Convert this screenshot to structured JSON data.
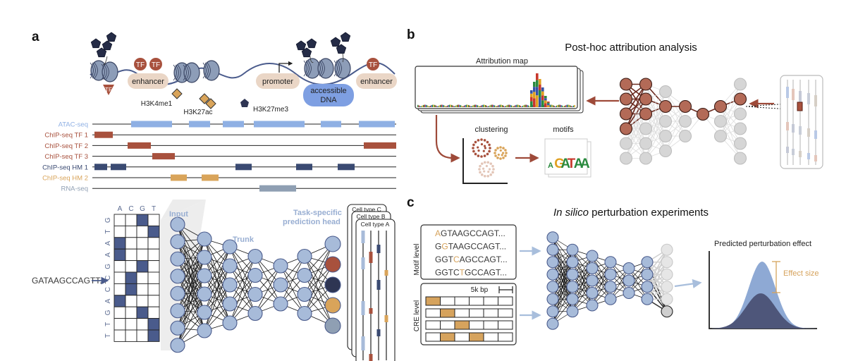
{
  "panels": {
    "a": "a",
    "b": "b",
    "c": "c"
  },
  "colors": {
    "atac": "#8fb0e4",
    "tf": "#a8513d",
    "hm1": "#3a4a72",
    "hm2": "#d9a45a",
    "rna": "#8f9fb3",
    "node_blue": "#a7bbd9",
    "node_gray": "#d6d6d6",
    "node_red": "#b36a57",
    "arrow_red": "#9e4a39",
    "arrow_blue": "#a8bedc",
    "dist_light": "#8ea9d4",
    "dist_dark": "#4e567a",
    "effect": "#d6a35d",
    "motif_mut": "#d6a35d"
  },
  "panel_a": {
    "chromatin_labels": {
      "tf": "TF",
      "enhancer": "enhancer",
      "promoter": "promoter",
      "accessible_dna": [
        "accessible",
        "DNA"
      ],
      "h3k4me1": "H3K4me1",
      "h3k27ac": "H3K27ac",
      "h3k27me3": "H3K27me3"
    },
    "tracks": [
      {
        "name": "ATAC-seq",
        "kind": "atac"
      },
      {
        "name": "ChIP-seq TF 1",
        "kind": "tf"
      },
      {
        "name": "ChIP-seq TF 2",
        "kind": "tf"
      },
      {
        "name": "ChIP-seq TF 3",
        "kind": "tf"
      },
      {
        "name": "ChIP-seq HM 1",
        "kind": "hm1"
      },
      {
        "name": "ChIP-seq HM 2",
        "kind": "hm2"
      },
      {
        "name": "RNA-seq",
        "kind": "rna"
      }
    ],
    "onehot": {
      "bases": [
        "A",
        "C",
        "G",
        "T"
      ],
      "sequence": [
        "G",
        "T",
        "A",
        "A",
        "G",
        "C",
        "C",
        "A",
        "G",
        "T",
        "T"
      ],
      "input_seq": "GATAAGCCAGTT..."
    },
    "network_labels": {
      "input": "Input",
      "trunk": "Trunk",
      "head": [
        "Task-specific",
        "prediction head"
      ]
    },
    "cell_types": [
      "Cell type C",
      "Cell type B",
      "Cell type A"
    ]
  },
  "panel_b": {
    "title": "Post-hoc attribution analysis",
    "attribution_map": "Attribution map",
    "clustering": "clustering",
    "motifs": "motifs",
    "motif_logo": [
      {
        "ch": "A",
        "color": "#2a8a3e"
      },
      {
        "ch": "G",
        "color": "#e0a020"
      },
      {
        "ch": "A",
        "color": "#2a8a3e"
      },
      {
        "ch": "T",
        "color": "#c8382d"
      },
      {
        "ch": "A",
        "color": "#2a8a3e"
      },
      {
        "ch": "A",
        "color": "#2a8a3e"
      }
    ]
  },
  "panel_c": {
    "title_italic": "In silico",
    "title_rest": " perturbation experiments",
    "motif_level": "Motif level",
    "cre_level": "CRE level",
    "motif_seqs": [
      {
        "pre": "",
        "mut": "A",
        "post": "GTAAGCCAGT..."
      },
      {
        "pre": "G",
        "mut": "G",
        "post": "TAAGCCAGT..."
      },
      {
        "pre": "GGT",
        "mut": "C",
        "post": "AGCCAGT..."
      },
      {
        "pre": "GGTC",
        "mut": "T",
        "post": "GCCAGT..."
      }
    ],
    "scale": "5k bp",
    "pred_title": "Predicted perturbation effect",
    "effect_size": "Effect size"
  }
}
